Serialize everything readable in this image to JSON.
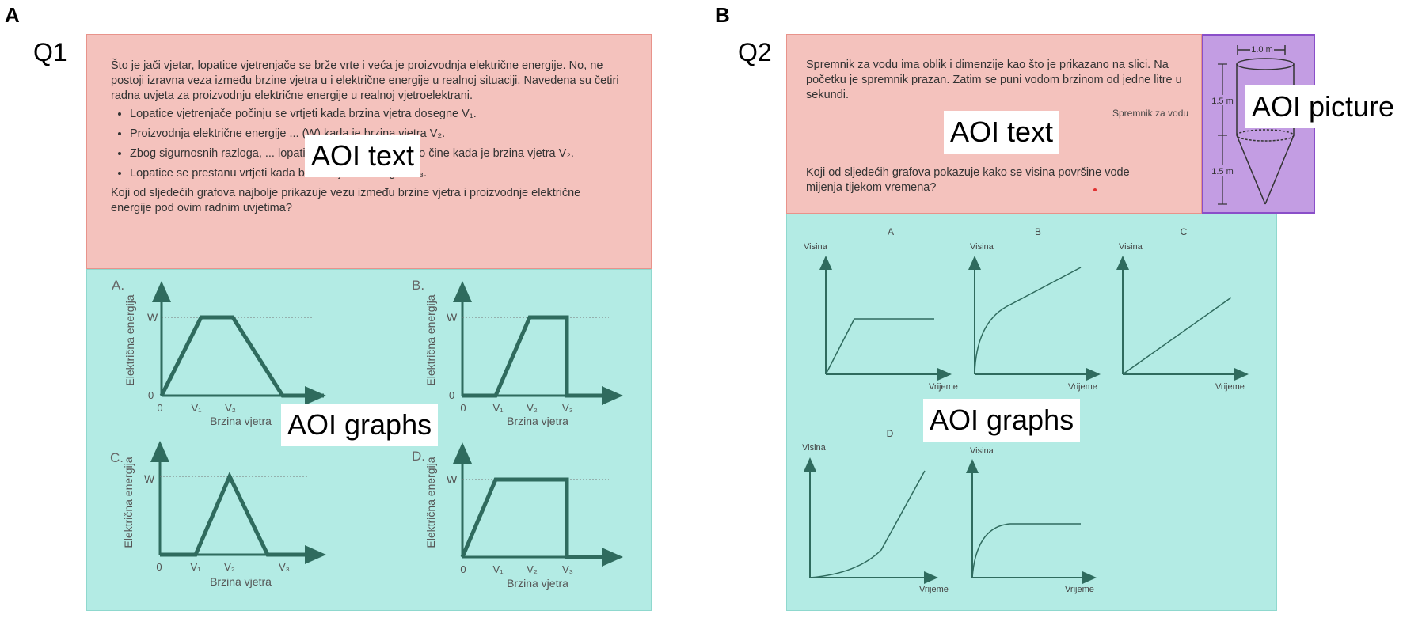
{
  "panels": {
    "a": {
      "letter": "A",
      "question": "Q1",
      "text_paragraph": "Što je jači vjetar, lopatice vjetrenjače se brže vrte i veća je proizvodnja električne energije. No, ne postoji izravna veza između brzine vjetra u i električne energije u realnoj situaciji. Navedena su četiri radna uvjeta za proizvodnju električne energije u realnoj vjetroelektrani.",
      "bullets": [
        "Lopatice vjetrenjače počinju se vrtjeti kada brzina vjetra dosegne V₁.",
        "Proizvodnja električne energije ... (W) kada je brzina vjetra V₂.",
        "Zbog sigurnosnih razloga, ... lopatice vrte brže nego što to čine kada je brzina vjetra V₂.",
        "Lopatice se prestanu vrtjeti kada brzina vjetra dosegne V₃."
      ],
      "closing_question": "Koji od sljedećih grafova najbolje prikazuje vezu između brzine vjetra i proizvodnje električne energije pod ovim radnim uvjetima?",
      "aoi_text_label": "AOI text",
      "aoi_graphs_label": "AOI graphs",
      "graphs": [
        {
          "letter": "A.",
          "ylabel": "Električna energija",
          "xlabel": "Brzina vjetra",
          "w_label": "W",
          "zero_y": "0",
          "x_ticks": [
            "0",
            "V₁",
            "V₂"
          ]
        },
        {
          "letter": "B.",
          "ylabel": "Električna energija",
          "xlabel": "Brzina vjetra",
          "w_label": "W",
          "zero_y": "0",
          "x_ticks": [
            "0",
            "V₁",
            "V₂",
            "V₃"
          ]
        },
        {
          "letter": "C.",
          "ylabel": "Električna energija",
          "xlabel": "Brzina vjetra",
          "w_label": "W",
          "x_ticks": [
            "0",
            "V₁",
            "V₂",
            "V₃"
          ]
        },
        {
          "letter": "D.",
          "ylabel": "Električna energija",
          "xlabel": "Brzina vjetra",
          "w_label": "W",
          "x_ticks": [
            "0",
            "V₁",
            "V₂",
            "V₃"
          ]
        }
      ]
    },
    "b": {
      "letter": "B",
      "question": "Q2",
      "text_paragraph": "Spremnik za vodu ima oblik i dimenzije kao što je prikazano na slici. Na početku je spremnik prazan. Zatim se puni vodom brzinom od jedne litre u sekundi.",
      "caption": "Spremnik za vodu",
      "closing_question": "Koji od sljedećih grafova pokazuje kako se visina površine vode mijenja tijekom vremena?",
      "aoi_text_label": "AOI text",
      "aoi_picture_label": "AOI picture",
      "aoi_graphs_label": "AOI graphs",
      "tank": {
        "width_label": "1.0 m",
        "upper_height_label": "1.5 m",
        "lower_height_label": "1.5 m"
      },
      "graphs": [
        {
          "letter": "A",
          "ylabel": "Visina",
          "xlabel": "Vrijeme"
        },
        {
          "letter": "B",
          "ylabel": "Visina",
          "xlabel": "Vrijeme"
        },
        {
          "letter": "C",
          "ylabel": "Visina",
          "xlabel": "Vrijeme"
        },
        {
          "letter": "D",
          "ylabel": "Visina",
          "xlabel": "Vrijeme"
        },
        {
          "letter": "",
          "ylabel": "Visina",
          "xlabel": "Vrijeme"
        }
      ]
    }
  },
  "colors": {
    "text_aoi": "#f4c2bd",
    "graphs_aoi": "#b3ebe4",
    "picture_aoi": "#c39de3",
    "curve": "#2f6b5e"
  }
}
